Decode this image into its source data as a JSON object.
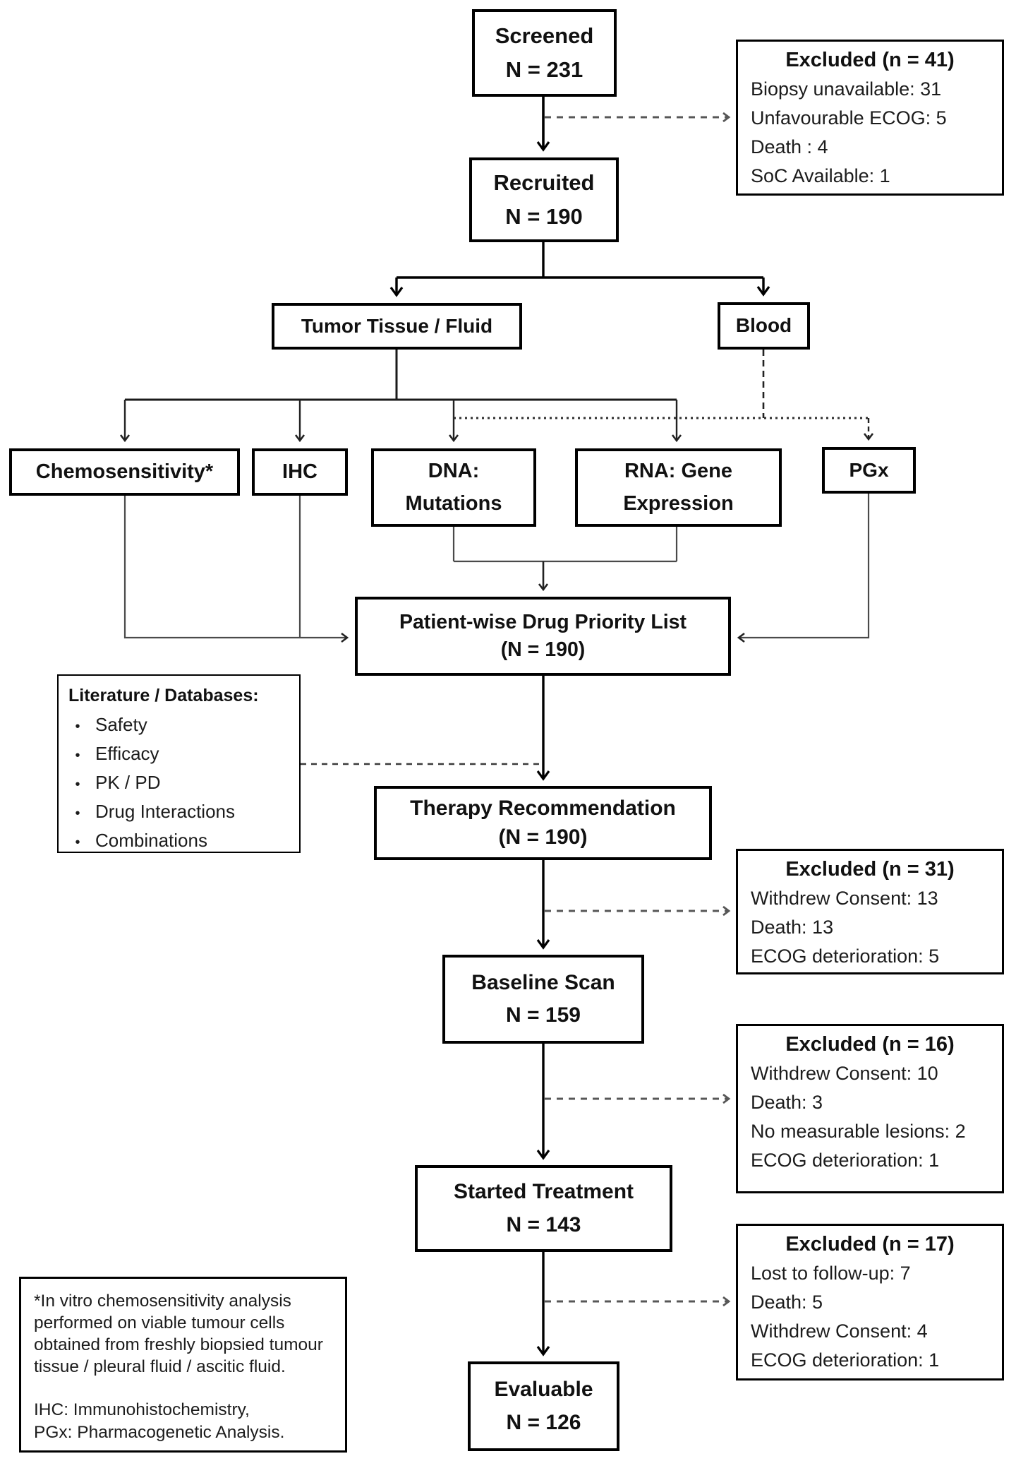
{
  "colors": {
    "box_border": "#000000",
    "text": "#111111",
    "dashed_line": "#575757",
    "thin_line": "#4a4a4a"
  },
  "flowchart": {
    "nodes": {
      "screened": {
        "line1": "Screened",
        "line2": "N = 231"
      },
      "recruited": {
        "line1": "Recruited",
        "line2": "N = 190"
      },
      "tumor": {
        "label": "Tumor Tissue / Fluid"
      },
      "blood": {
        "label": "Blood"
      },
      "chemo": {
        "label": "Chemosensitivity*"
      },
      "ihc": {
        "label": "IHC"
      },
      "dna": {
        "line1": "DNA:",
        "line2": "Mutations"
      },
      "rna": {
        "line1": "RNA: Gene",
        "line2": "Expression"
      },
      "pgx": {
        "label": "PGx"
      },
      "priority": {
        "line1": "Patient-wise Drug Priority List",
        "line2": "(N = 190)"
      },
      "therapy": {
        "line1": "Therapy Recommendation",
        "line2": "(N = 190)"
      },
      "baseline": {
        "line1": "Baseline Scan",
        "line2": "N = 159"
      },
      "started": {
        "line1": "Started Treatment",
        "line2": "N = 143"
      },
      "evaluable": {
        "line1": "Evaluable",
        "line2": "N = 126"
      }
    },
    "excluded_boxes": [
      {
        "title": "Excluded (n = 41)",
        "items": [
          "Biopsy unavailable: 31",
          "Unfavourable ECOG: 5",
          "Death : 4",
          "SoC Available: 1"
        ]
      },
      {
        "title": "Excluded (n = 31)",
        "items": [
          "Withdrew Consent: 13",
          "Death: 13",
          "ECOG deterioration: 5"
        ]
      },
      {
        "title": "Excluded (n = 16)",
        "items": [
          "Withdrew Consent: 10",
          "Death: 3",
          "No measurable lesions: 2",
          "ECOG deterioration: 1"
        ]
      },
      {
        "title": "Excluded (n = 17)",
        "items": [
          "Lost to follow-up: 7",
          "Death: 5",
          "Withdrew Consent: 4",
          "ECOG deterioration: 1"
        ]
      }
    ],
    "literature": {
      "title": "Literature / Databases:",
      "bullet": "•",
      "items": [
        "Safety",
        "Efficacy",
        "PK / PD",
        "Drug Interactions",
        "Combinations"
      ]
    },
    "footnote": {
      "para1": "*In vitro chemosensitivity analysis performed on viable tumour cells obtained from freshly biopsied tumour tissue / pleural fluid / ascitic fluid.",
      "para2_line1": "IHC: Immunohistochemistry,",
      "para2_line2": "PGx: Pharmacogenetic Analysis."
    }
  }
}
